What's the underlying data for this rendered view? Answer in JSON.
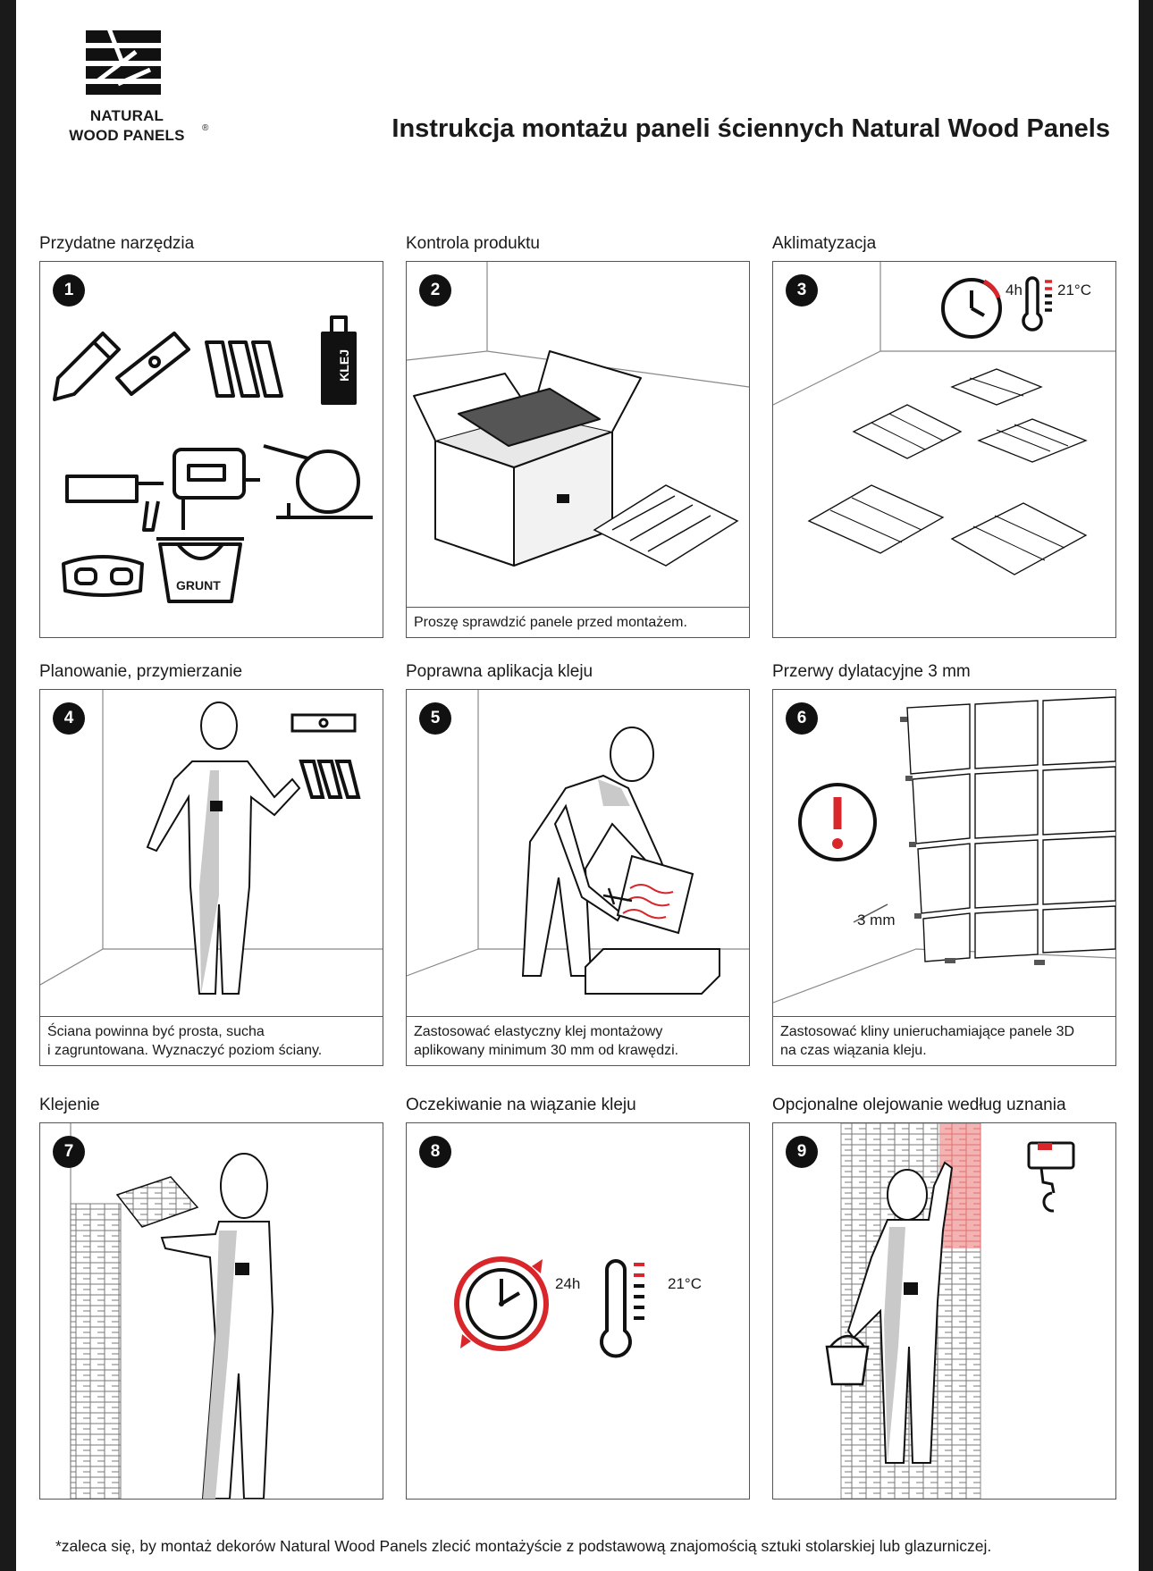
{
  "header": {
    "logo_line1": "NATURAL",
    "logo_line2": "WOOD PANELS",
    "logo_reg": "®",
    "title": "Instrukcja montażu paneli ściennych Natural Wood Panels"
  },
  "steps": [
    {
      "number": "1",
      "heading": "Przydatne narzędzia",
      "caption": "",
      "labels": {
        "glue": "KLEJ",
        "primer": "GRUNT"
      }
    },
    {
      "number": "2",
      "heading": "Kontrola produktu",
      "caption": "Proszę sprawdzić panele przed montażem."
    },
    {
      "number": "3",
      "heading": "Aklimatyzacja",
      "caption": "",
      "labels": {
        "time": "4h",
        "temp": "21°C"
      }
    },
    {
      "number": "4",
      "heading": "Planowanie, przymierzanie",
      "caption_line1": "Ściana powinna być prosta, sucha",
      "caption_line2": "i zagruntowana. Wyznaczyć poziom ściany."
    },
    {
      "number": "5",
      "heading": "Poprawna aplikacja kleju",
      "caption_line1": "Zastosować elastyczny klej montażowy",
      "caption_line2": "aplikowany minimum 30 mm od krawędzi."
    },
    {
      "number": "6",
      "heading": "Przerwy dylatacyjne 3 mm",
      "caption_line1": "Zastosować kliny unieruchamiające panele 3D",
      "caption_line2": "na czas wiązania kleju.",
      "labels": {
        "gap": "3 mm"
      }
    },
    {
      "number": "7",
      "heading": "Klejenie",
      "caption": ""
    },
    {
      "number": "8",
      "heading": "Oczekiwanie na wiązanie kleju",
      "caption": "",
      "labels": {
        "time": "24h",
        "temp": "21°C"
      }
    },
    {
      "number": "9",
      "heading": "Opcjonalne olejowanie według uznania",
      "caption": ""
    }
  ],
  "footnote": "*zaleca się, by montaż dekorów Natural Wood Panels zlecić montażyście z podstawową znajomością sztuki stolarskiej lub glazurniczej.",
  "colors": {
    "accent_red": "#d9262b",
    "figure_grey": "#c9c9c9",
    "line": "#1a1a1a"
  }
}
